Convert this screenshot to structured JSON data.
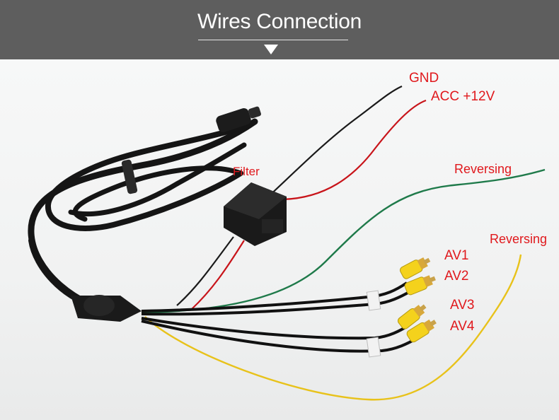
{
  "header": {
    "title": "Wires Connection"
  },
  "labels": {
    "gnd": "GND",
    "acc": "ACC +12V",
    "filter": "Filter",
    "reversing_green": "Reversing",
    "reversing_yellow": "Reversing",
    "av1": "AV1",
    "av2": "AV2",
    "av3": "AV3",
    "av4": "AV4"
  },
  "colors": {
    "header_bg": "#5e5e5e",
    "label_red": "#e0181c",
    "wire_black": "#1a1a1a",
    "wire_red": "#c8141a",
    "wire_green": "#1f7a4a",
    "wire_yellow": "#e8c21a",
    "rca_yellow": "#f4d21c",
    "rca_gold": "#d8a83a"
  },
  "icons": {
    "header_arrow": "down-triangle-icon",
    "connector": "aviation-connector-icon",
    "filter_box": "filter-box-icon",
    "rca_plug": "rca-plug-icon"
  }
}
